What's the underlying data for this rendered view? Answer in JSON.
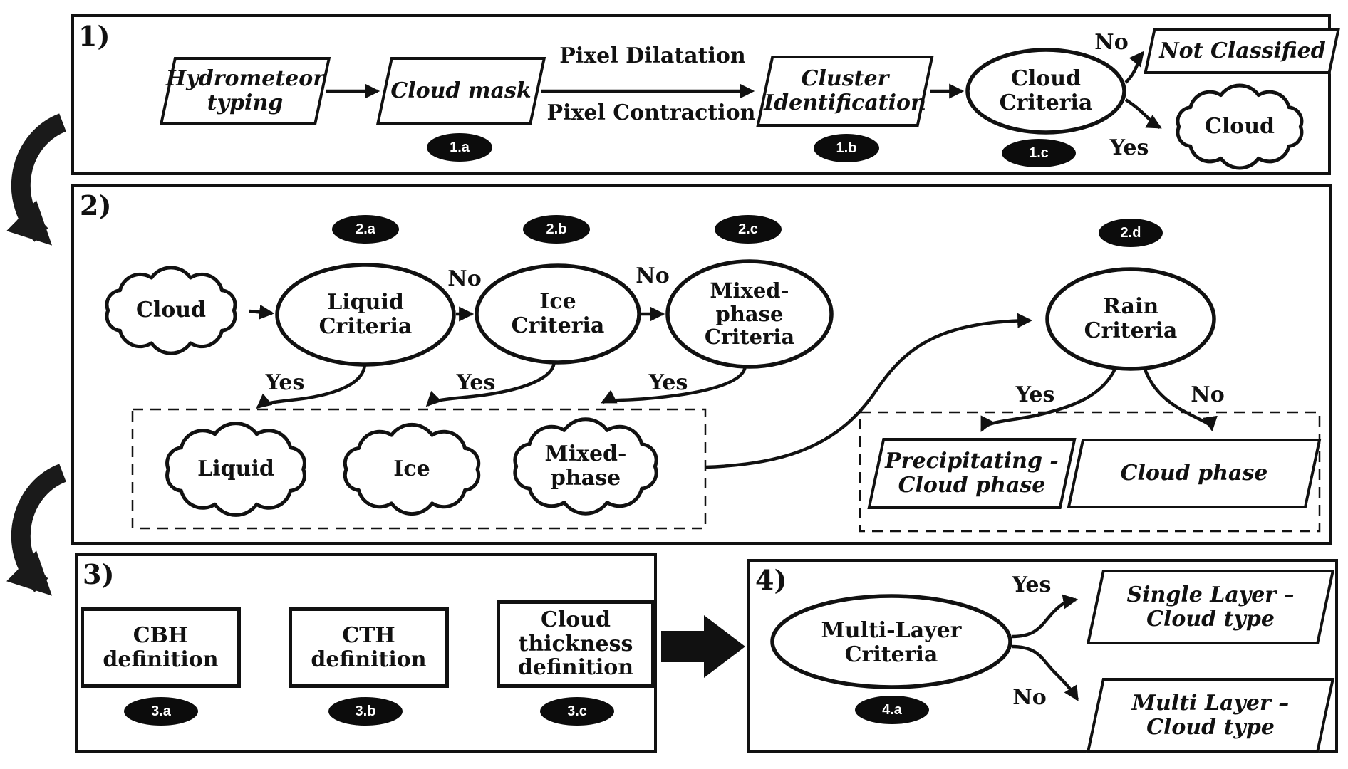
{
  "colors": {
    "ink": "#111111",
    "background": "#ffffff",
    "badge_bg": "#0c0c0c",
    "badge_text": "#ffffff"
  },
  "section1": {
    "label": "1)",
    "hydrometeor_typing": "Hydrometeor typing",
    "cloud_mask": "Cloud mask",
    "pixel_dilatation": "Pixel Dilatation",
    "pixel_contraction": "Pixel Contraction",
    "cluster_identification": "Cluster Identification",
    "cloud_criteria": "Cloud Criteria",
    "no": "No",
    "yes": "Yes",
    "not_classified": "Not Classified",
    "cloud": "Cloud",
    "step_a": "1.a",
    "step_b": "1.b",
    "step_c": "1.c"
  },
  "section2": {
    "label": "2)",
    "cloud": "Cloud",
    "liquid_criteria": "Liquid Criteria",
    "ice_criteria": "Ice Criteria",
    "mixed_phase_criteria": "Mixed-phase Criteria",
    "rain_criteria": "Rain Criteria",
    "yes": "Yes",
    "no": "No",
    "liquid": "Liquid",
    "ice": "Ice",
    "mixed_phase": "Mixed-phase",
    "precipitating_cloud_phase": "Precipitating - Cloud phase",
    "cloud_phase": "Cloud phase",
    "step_a": "2.a",
    "step_b": "2.b",
    "step_c": "2.c",
    "step_d": "2.d"
  },
  "section3": {
    "label": "3)",
    "cbh_definition": "CBH definition",
    "cth_definition": "CTH definition",
    "cloud_thickness_definition": "Cloud thickness definition",
    "step_a": "3.a",
    "step_b": "3.b",
    "step_c": "3.c"
  },
  "section4": {
    "label": "4)",
    "multi_layer_criteria": "Multi-Layer Criteria",
    "yes": "Yes",
    "no": "No",
    "single_layer_cloud_type": "Single Layer – Cloud type",
    "multi_layer_cloud_type": "Multi Layer – Cloud type",
    "step_a": "4.a"
  }
}
